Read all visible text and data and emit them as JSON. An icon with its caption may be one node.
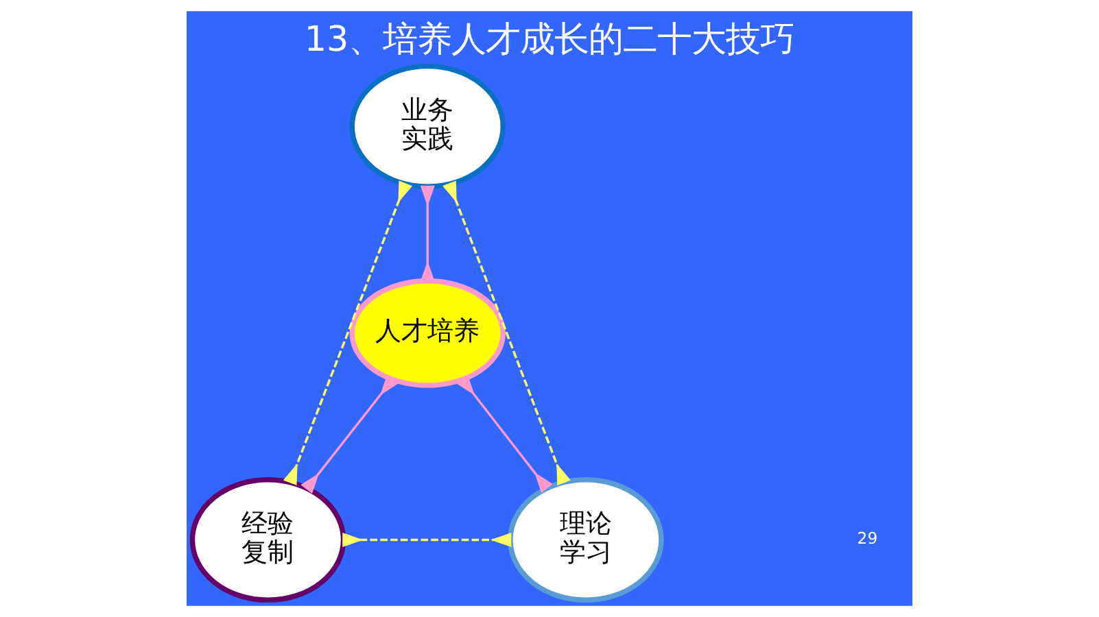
{
  "diagram": {
    "title": "13、培养人才成长的二十大技巧",
    "nodes": [
      {
        "text": [
          "业务实践"
        ]
      },
      {
        "text": [
          "人才培养"
        ]
      },
      {
        "text": [
          "经验复制"
        ]
      },
      {
        "text": [
          "理论学习"
        ]
      }
    ],
    "edges": [
      {
        "from": 0,
        "to": 1,
        "arrow": "other"
      },
      {
        "from": 1,
        "to": 2,
        "arrow": "other"
      },
      {
        "from": 1,
        "to": 3,
        "arrow": "other"
      },
      {
        "from": 0,
        "to": 2,
        "arrow": "other",
        "style": "dashed",
        "color": "#ffff66"
      },
      {
        "from": 0,
        "to": 3,
        "arrow": "other",
        "style": "dashed",
        "color": "#ffff66"
      },
      {
        "from": 2,
        "to": 3,
        "arrow": "other",
        "style": "dashed",
        "color": "#ffff66"
      }
    ],
    "labels": [
      "29"
    ]
  }
}
